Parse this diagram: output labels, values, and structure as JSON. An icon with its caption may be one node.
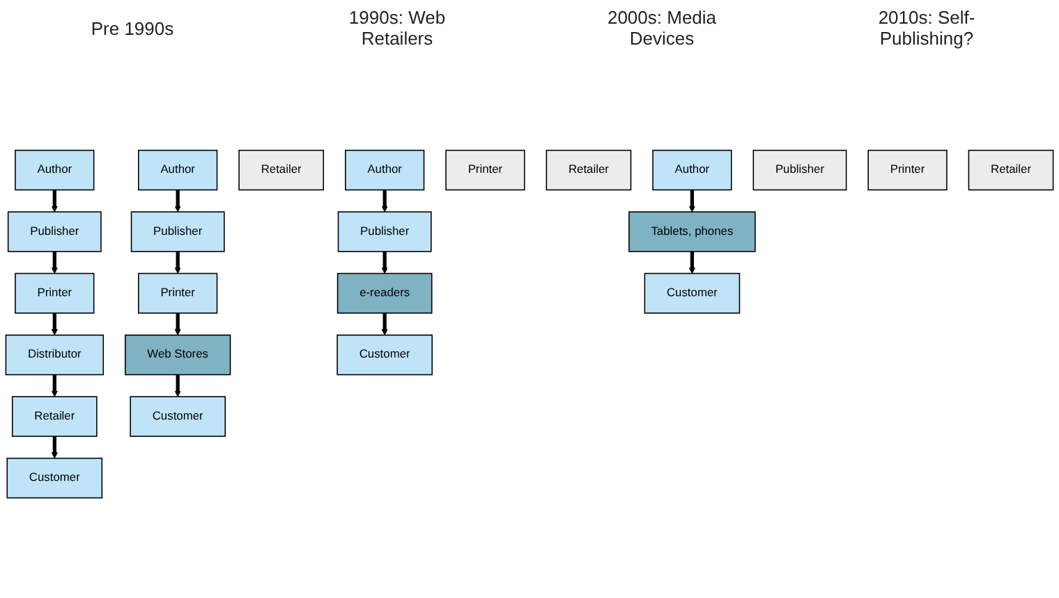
{
  "diagram": {
    "nodes": [
      {
        "text": [
          "Author"
        ]
      },
      {
        "text": [
          "Publisher"
        ]
      },
      {
        "text": [
          "Printer"
        ]
      },
      {
        "text": [
          "Distributor"
        ]
      },
      {
        "text": [
          "Retailer"
        ]
      },
      {
        "text": [
          "Customer"
        ]
      },
      {
        "text": [
          "Author"
        ]
      },
      {
        "text": [
          "Publisher"
        ]
      },
      {
        "text": [
          "Printer"
        ]
      },
      {
        "text": [
          "Web Stores"
        ]
      },
      {
        "text": [
          "Retailer"
        ]
      },
      {
        "text": [
          "Customer"
        ]
      },
      {
        "text": [
          "Author"
        ]
      },
      {
        "text": [
          "Publisher"
        ]
      },
      {
        "text": [
          "Printer"
        ]
      },
      {
        "text": [
          "e-readers"
        ]
      },
      {
        "text": [
          "Retailer"
        ]
      },
      {
        "text": [
          "Customer"
        ]
      },
      {
        "text": [
          "Author"
        ]
      },
      {
        "text": [
          "Publisher"
        ]
      },
      {
        "text": [
          "Printer"
        ]
      },
      {
        "text": [
          "Tablets, phones"
        ]
      },
      {
        "text": [
          "Retailer"
        ]
      },
      {
        "text": [
          "Customer"
        ]
      }
    ],
    "edges": [
      {
        "from": 0,
        "to": 1,
        "arrow": "to"
      },
      {
        "from": 1,
        "to": 2,
        "arrow": "to"
      },
      {
        "from": 2,
        "to": 3,
        "arrow": "to"
      },
      {
        "from": 3,
        "to": 4,
        "arrow": "to"
      },
      {
        "from": 4,
        "to": 5,
        "arrow": "to"
      },
      {
        "from": 6,
        "to": 7,
        "arrow": "to"
      },
      {
        "from": 7,
        "to": 8,
        "arrow": "to"
      },
      {
        "from": 8,
        "to": 9,
        "arrow": "to"
      },
      {
        "from": 9,
        "to": 11,
        "arrow": "to"
      },
      {
        "from": 12,
        "to": 13,
        "arrow": "to"
      },
      {
        "from": 13,
        "to": 15,
        "arrow": "to"
      },
      {
        "from": 15,
        "to": 17,
        "arrow": "to"
      },
      {
        "from": 18,
        "to": 21,
        "arrow": "to"
      },
      {
        "from": 21,
        "to": 23,
        "arrow": "to"
      }
    ],
    "labels": [
      "Pre 1990s",
      "1990s: Web Retailers",
      "2000s: Media Devices",
      "2010s: Self-Publishing?"
    ]
  }
}
